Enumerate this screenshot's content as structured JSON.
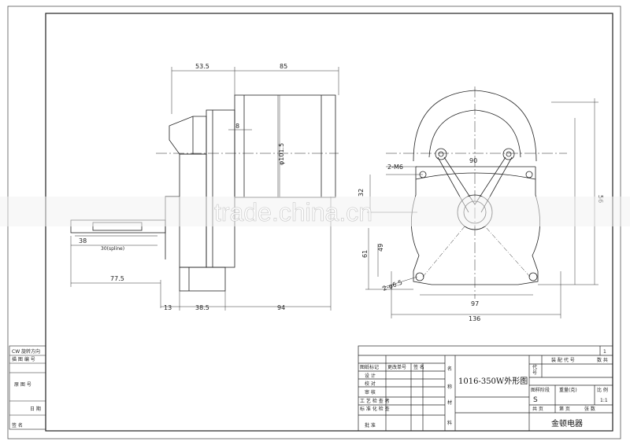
{
  "dimensions": {
    "d53_5": "53.5",
    "d85": "85",
    "d8": "8",
    "d101_5": "φ101.5",
    "d38": "38",
    "d_shaft": "30(spline)",
    "d77_5": "77.5",
    "d13": "13",
    "d38_5": "38.5",
    "d94": "94",
    "m6": "2-M6",
    "d90": "90",
    "d56": "56",
    "d32": "32",
    "d61": "61",
    "d49": "49",
    "d6_5": "2-φ6.5",
    "d97": "97",
    "d136": "136"
  },
  "watermark": "trade.china.cn",
  "side_labels": [
    "CW 旋转方向",
    "描 图 编 号",
    "原 图 号",
    "日 期",
    "签 名"
  ],
  "title_block": {
    "sheet_num": "1",
    "header": "装 配 代 号",
    "sheets": "数 共",
    "drawing_title": "1016-350W外形图",
    "scale_label": "比 例",
    "scale_value": "1:1",
    "stage_mark": "S",
    "company": "金顿电器",
    "col_labels": [
      "图纸标记",
      "更改单号",
      "签 名"
    ],
    "roles": [
      "设 计",
      "校 对",
      "审 核",
      "工 艺 检 查 者",
      "标 准 化 检 查",
      "批 准"
    ],
    "name_chars": [
      "名",
      "称"
    ],
    "mat_chars": [
      "材",
      "料"
    ],
    "code_chars": [
      "代",
      "号"
    ],
    "weight_label": "重量(克)",
    "stage_label": "图样阶段",
    "sheet_labels": [
      "共 页",
      "第 页",
      "张 数"
    ]
  }
}
